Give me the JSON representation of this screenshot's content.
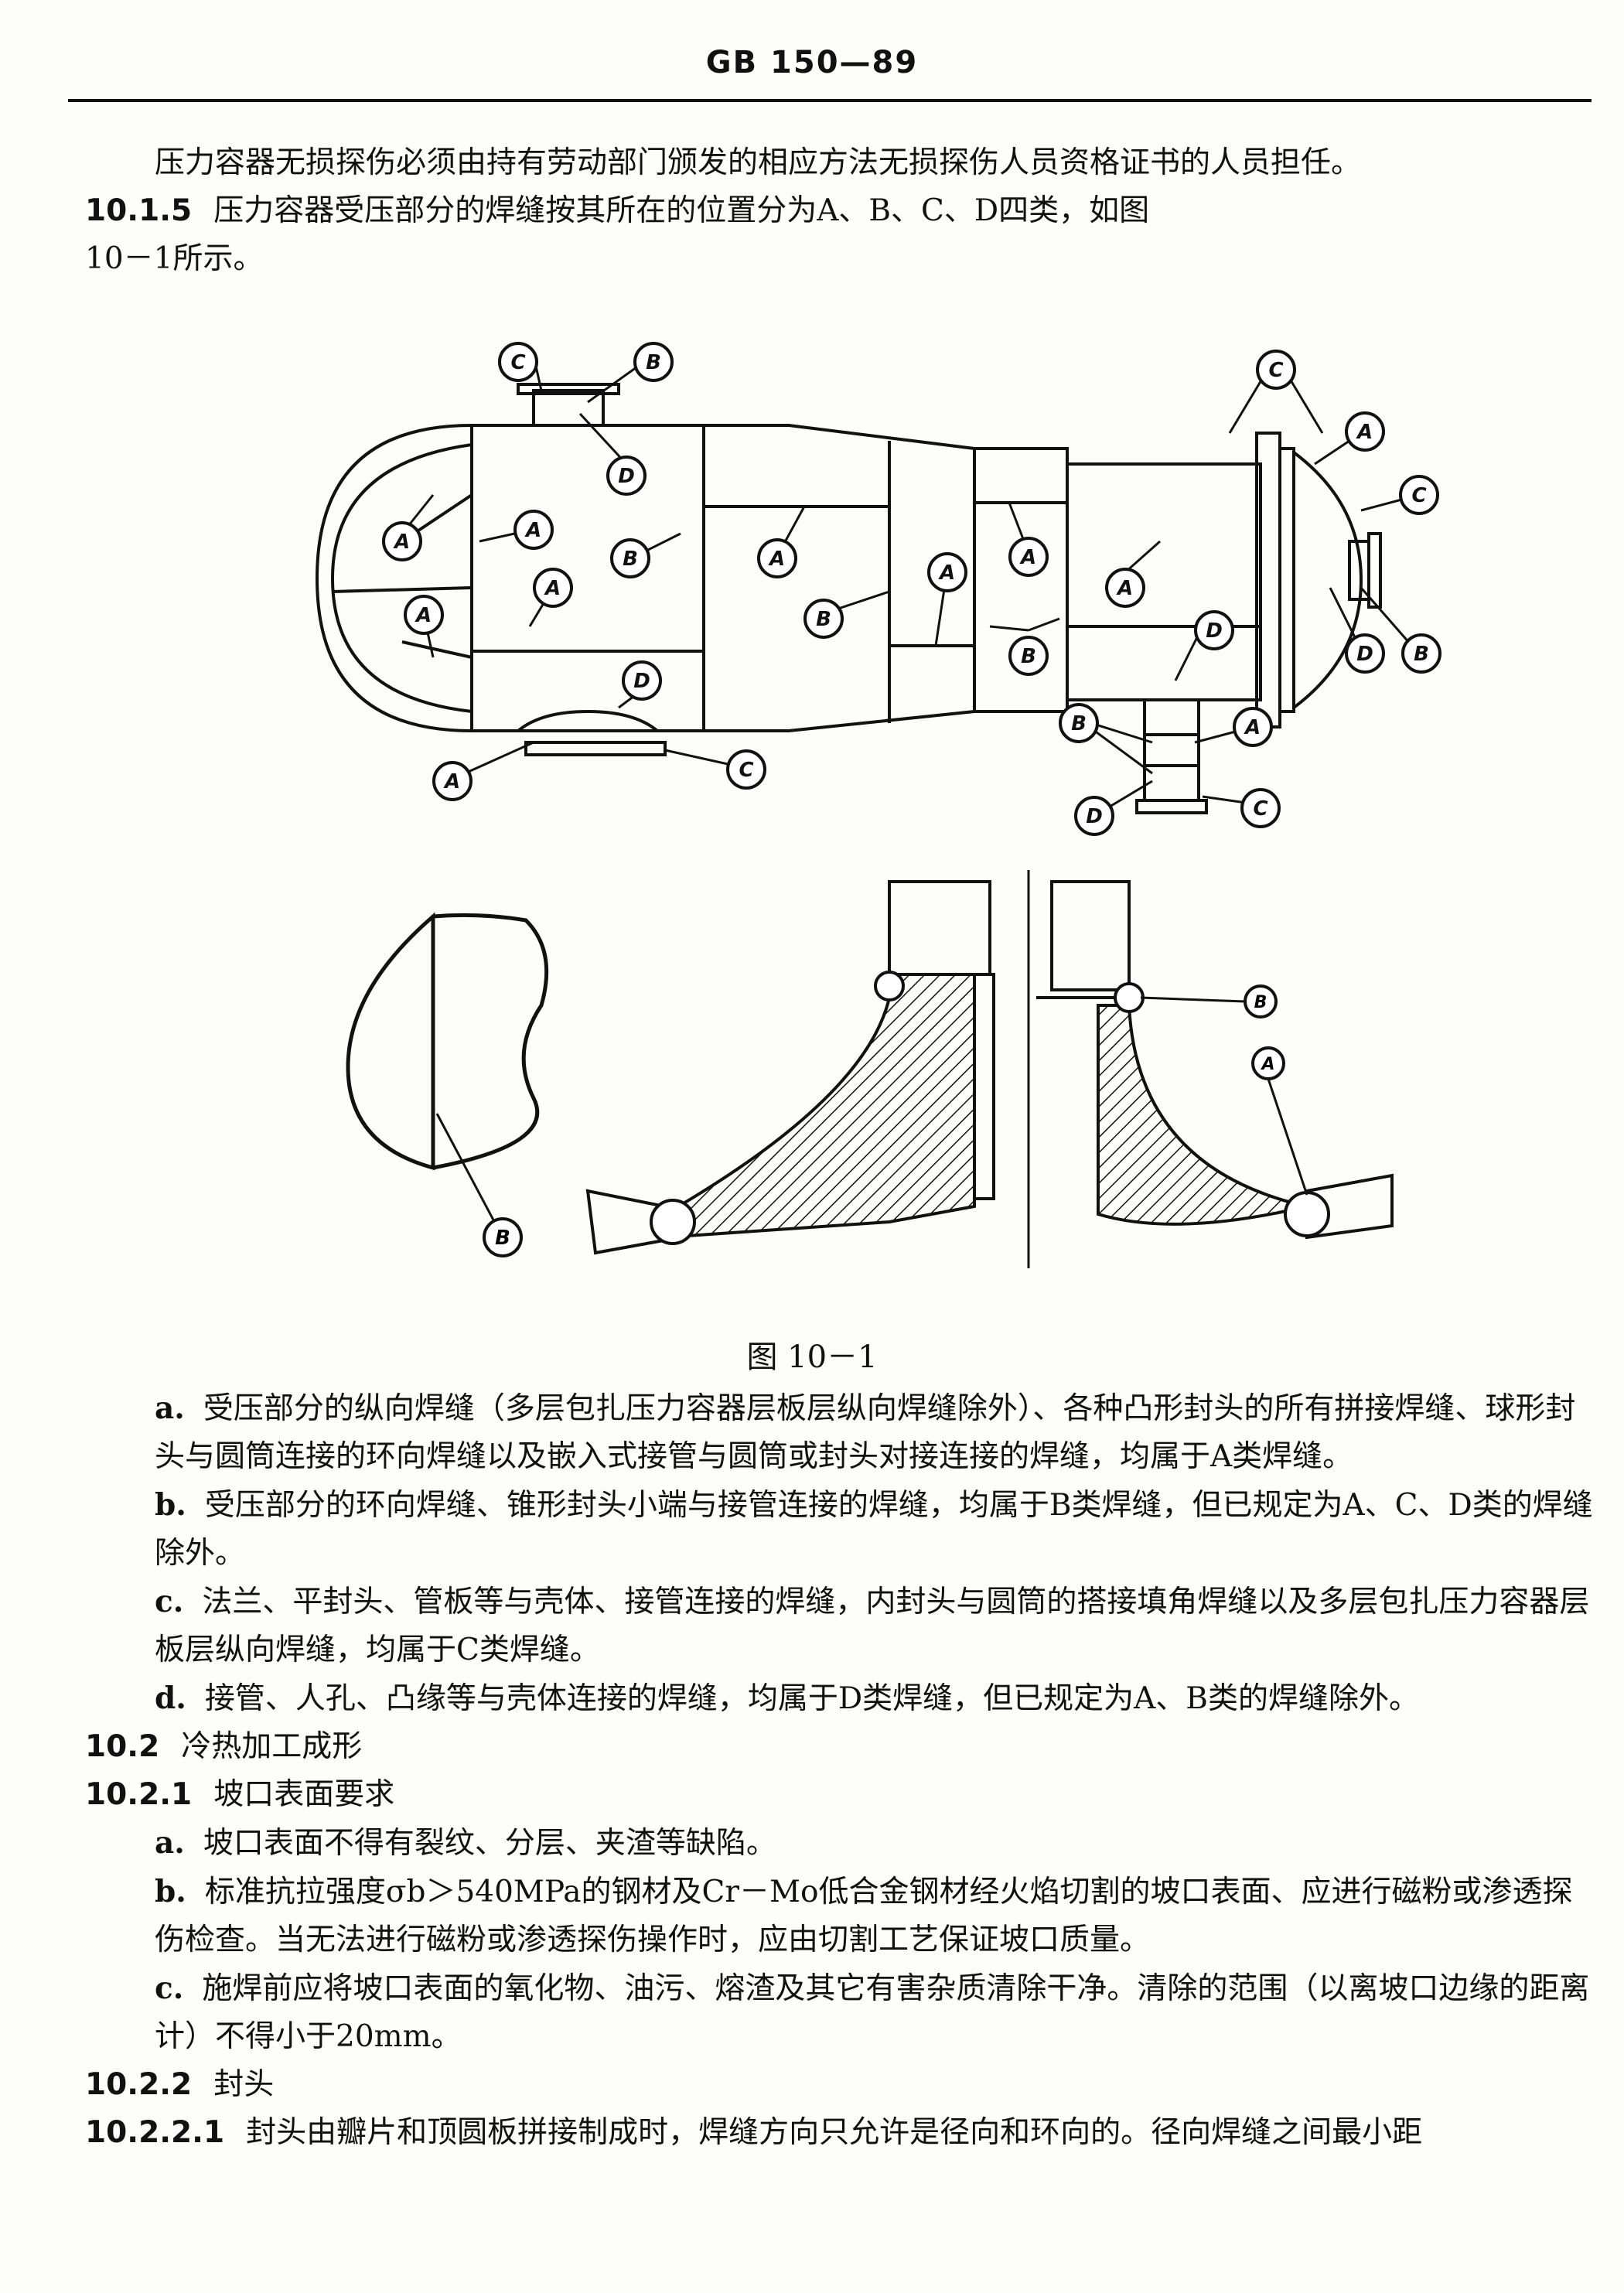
{
  "header": "GB 150—89",
  "lines": {
    "intro": "压力容器无损探伤必须由持有劳动部门颁发的相应方法无损探伤人员资格证书的人员担任。",
    "s1015_num": "10.1.5",
    "s1015_text": "压力容器受压部分的焊缝按其所在的位置分为A、B、C、D四类，如图",
    "s1015_cont": "10－1所示。"
  },
  "figure": {
    "labels": [
      "A",
      "B",
      "C",
      "D"
    ],
    "caption": "图 10－1"
  },
  "items": {
    "a_mark": "a.",
    "a_text": "受压部分的纵向焊缝（多层包扎压力容器层板层纵向焊缝除外）、各种凸形封头的所有拼接焊缝、球形封头与圆筒连接的环向焊缝以及嵌入式接管与圆筒或封头对接连接的焊缝，均属于A类焊缝。",
    "b_mark": "b.",
    "b_text": "受压部分的环向焊缝、锥形封头小端与接管连接的焊缝，均属于B类焊缝，但已规定为A、C、D类的焊缝除外。",
    "c_mark": "c.",
    "c_text": "法兰、平封头、管板等与壳体、接管连接的焊缝，内封头与圆筒的搭接填角焊缝以及多层包扎压力容器层板层纵向焊缝，均属于C类焊缝。",
    "d_mark": "d.",
    "d_text": "接管、人孔、凸缘等与壳体连接的焊缝，均属于D类焊缝，但已规定为A、B类的焊缝除外。"
  },
  "s102": {
    "num": "10.2",
    "title": "冷热加工成形"
  },
  "s1021": {
    "num": "10.2.1",
    "title": "坡口表面要求"
  },
  "s1021_items": {
    "a_mark": "a.",
    "a_text": "坡口表面不得有裂纹、分层、夹渣等缺陷。",
    "b_mark": "b.",
    "b_text": "标准抗拉强度σb＞540MPa的钢材及Cr－Mo低合金钢材经火焰切割的坡口表面、应进行磁粉或渗透探伤检查。当无法进行磁粉或渗透探伤操作时，应由切割工艺保证坡口质量。",
    "c_mark": "c.",
    "c_text": "施焊前应将坡口表面的氧化物、油污、熔渣及其它有害杂质清除干净。清除的范围（以离坡口边缘的距离计）不得小于20mm。"
  },
  "s1022": {
    "num": "10.2.2",
    "title": "封头"
  },
  "s10221": {
    "num": "10.2.2.1",
    "text": "封头由瓣片和顶圆板拼接制成时，焊缝方向只允许是径向和环向的。径向焊缝之间最小距"
  }
}
